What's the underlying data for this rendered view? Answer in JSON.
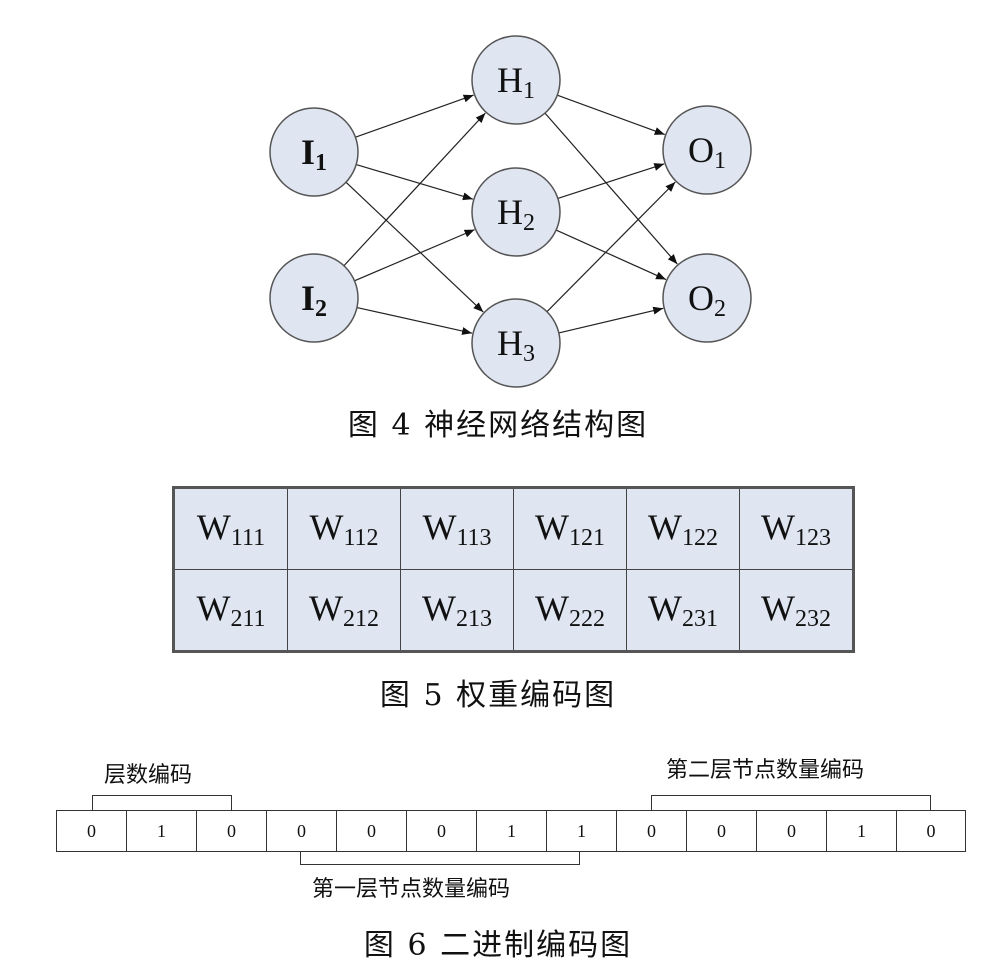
{
  "network": {
    "caption": "图 4  神经网络结构图",
    "input_nodes": [
      {
        "id": "I1",
        "letter": "I",
        "index": "1"
      },
      {
        "id": "I2",
        "letter": "I",
        "index": "2"
      }
    ],
    "hidden_nodes": [
      {
        "id": "H1",
        "letter": "H",
        "index": "1"
      },
      {
        "id": "H2",
        "letter": "H",
        "index": "2"
      },
      {
        "id": "H3",
        "letter": "H",
        "index": "3"
      }
    ],
    "output_nodes": [
      {
        "id": "O1",
        "letter": "O",
        "index": "1"
      },
      {
        "id": "O2",
        "letter": "O",
        "index": "2"
      }
    ],
    "edges": [
      [
        "I1",
        "H1"
      ],
      [
        "I1",
        "H2"
      ],
      [
        "I1",
        "H3"
      ],
      [
        "I2",
        "H1"
      ],
      [
        "I2",
        "H2"
      ],
      [
        "I2",
        "H3"
      ],
      [
        "H1",
        "O1"
      ],
      [
        "H1",
        "O2"
      ],
      [
        "H2",
        "O1"
      ],
      [
        "H2",
        "O2"
      ],
      [
        "H3",
        "O1"
      ],
      [
        "H3",
        "O2"
      ]
    ],
    "node_fill": "#dfe6f2",
    "node_stroke": "#555555"
  },
  "weights": {
    "caption": "图 5  权重编码图",
    "rows": [
      [
        {
          "letter": "W",
          "sub": "111"
        },
        {
          "letter": "W",
          "sub": "112"
        },
        {
          "letter": "W",
          "sub": "113"
        },
        {
          "letter": "W",
          "sub": "121"
        },
        {
          "letter": "W",
          "sub": "122"
        },
        {
          "letter": "W",
          "sub": "123"
        }
      ],
      [
        {
          "letter": "W",
          "sub": "211"
        },
        {
          "letter": "W",
          "sub": "212"
        },
        {
          "letter": "W",
          "sub": "213"
        },
        {
          "letter": "W",
          "sub": "222"
        },
        {
          "letter": "W",
          "sub": "231"
        },
        {
          "letter": "W",
          "sub": "232"
        }
      ]
    ],
    "cell_fill": "#dfe6f2"
  },
  "binary": {
    "caption": "图 6  二进制编码图",
    "bits": [
      "0",
      "1",
      "0",
      "0",
      "0",
      "0",
      "1",
      "1",
      "0",
      "0",
      "0",
      "1",
      "0"
    ],
    "label_layer_count": "层数编码",
    "label_first_layer": "第一层节点数量编码",
    "label_second_layer": "第二层节点数量编码"
  }
}
